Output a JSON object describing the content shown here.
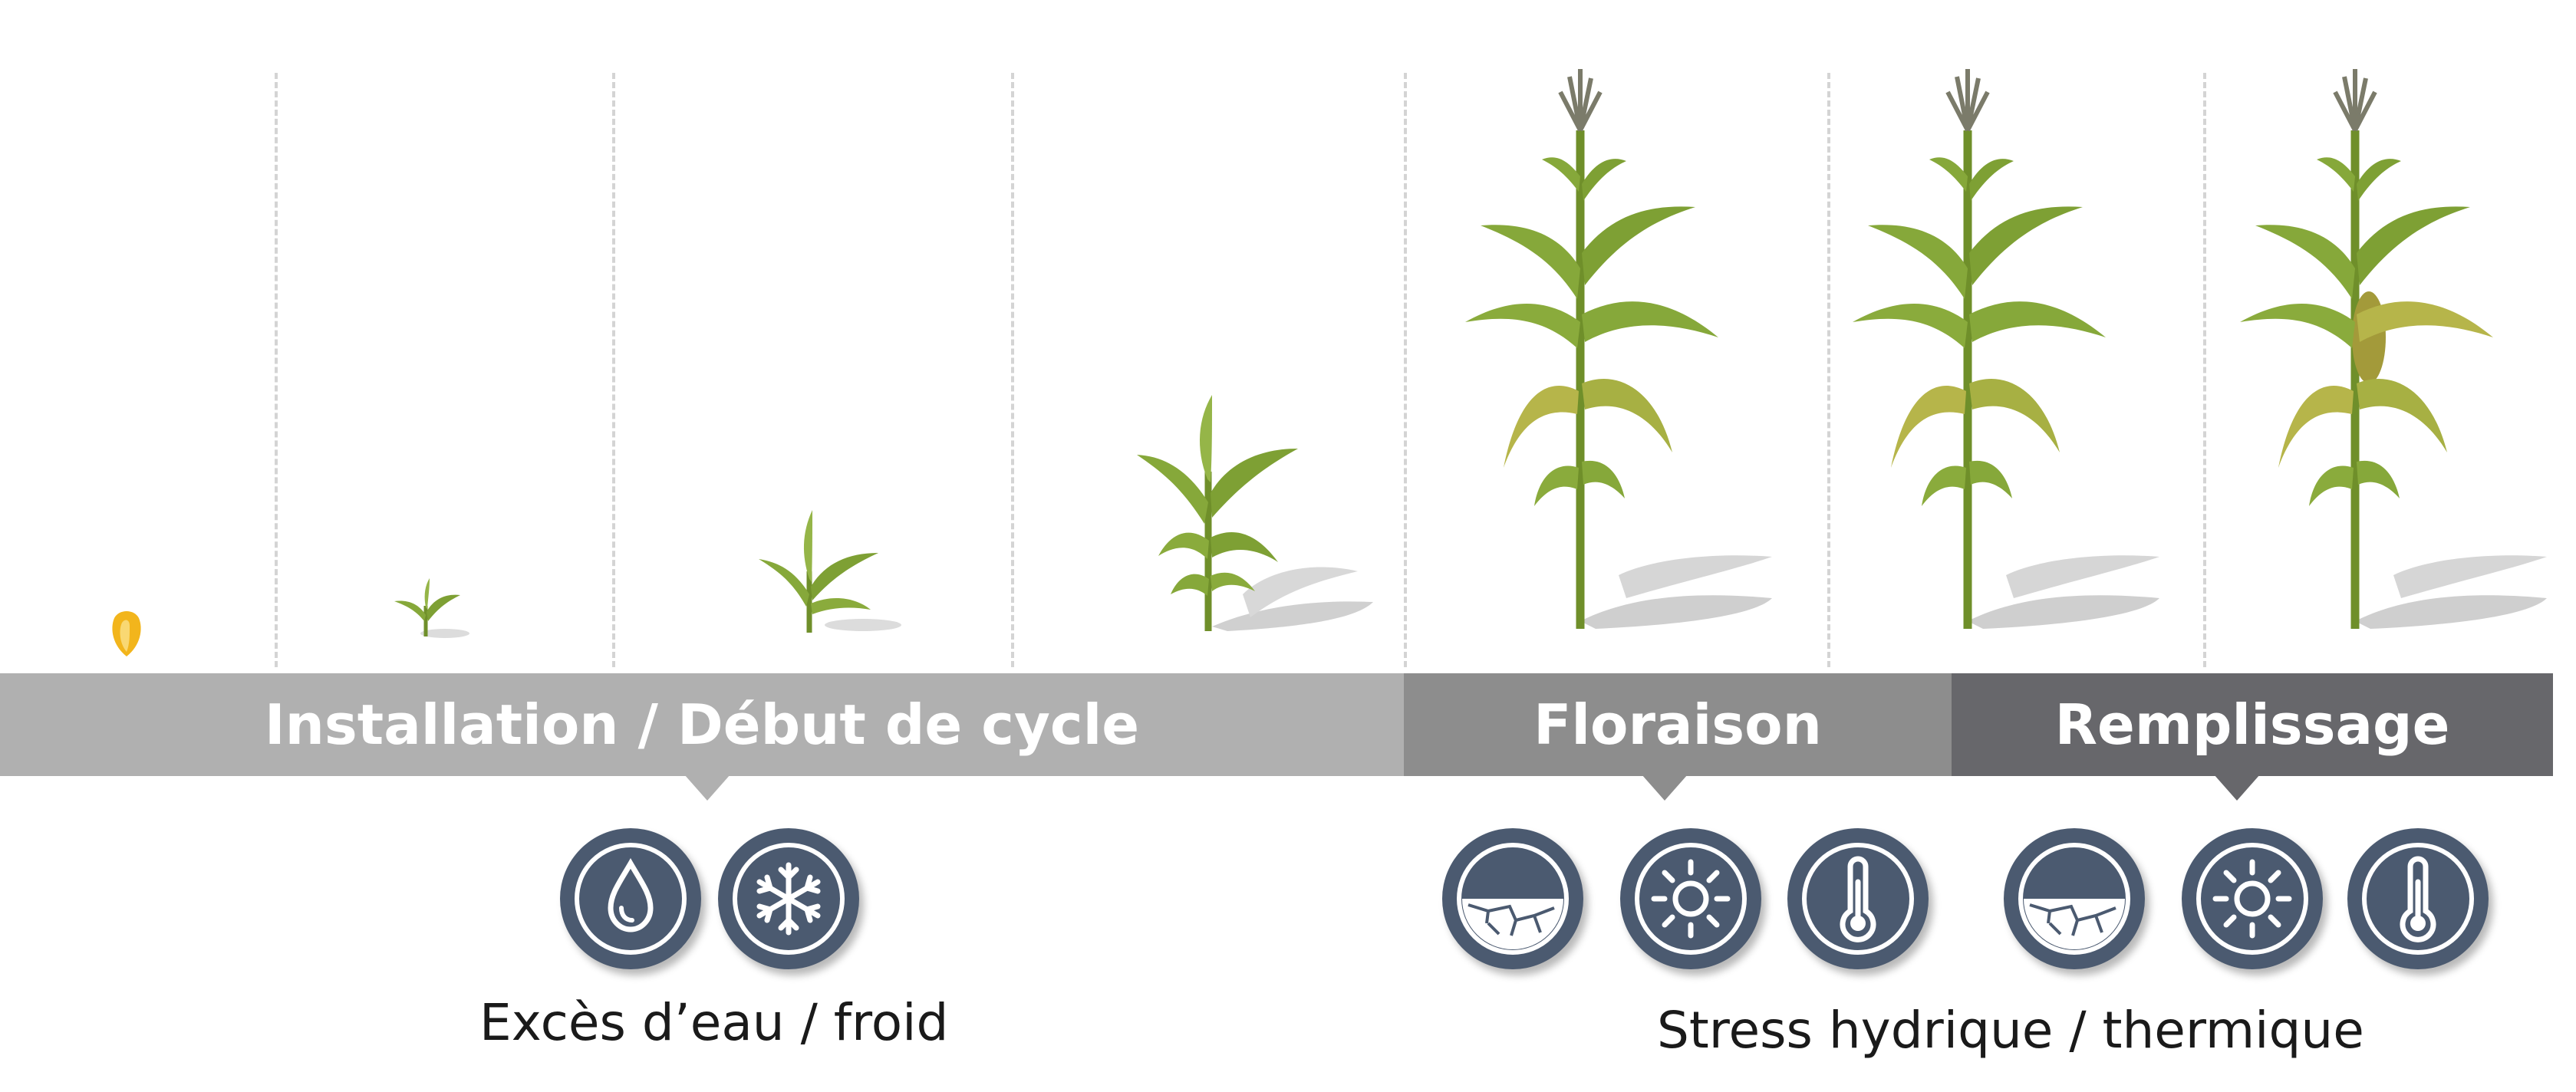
{
  "phases": {
    "installation": "Installation / Début de cycle",
    "floraison": "Floraison",
    "remplissage": "Remplissage"
  },
  "captions": {
    "left": "Excès d’eau / froid",
    "right": "Stress hydrique / thermique"
  },
  "icons": {
    "installation": [
      "water-drop-icon",
      "snowflake-icon"
    ],
    "floraison": [
      "dry-soil-icon",
      "sun-icon",
      "thermometer-icon"
    ],
    "remplissage": [
      "dry-soil-icon",
      "sun-icon",
      "thermometer-icon"
    ]
  },
  "colors": {
    "installation_bar": "#b0b0b0",
    "floraison_bar": "#8d8d8d",
    "remplissage_bar": "#67676b",
    "icon_fill": "#4b5a70",
    "stem": "#6f8f2a",
    "leaf": "#86a83a",
    "leaf_dry": "#b6b54a",
    "shadow": "#cdcdcd",
    "seed": "#f2b51c"
  },
  "growth_stages": [
    "seed",
    "emergence",
    "young-plant",
    "leafy-plant",
    "flowering",
    "flowering",
    "grain-filling"
  ]
}
